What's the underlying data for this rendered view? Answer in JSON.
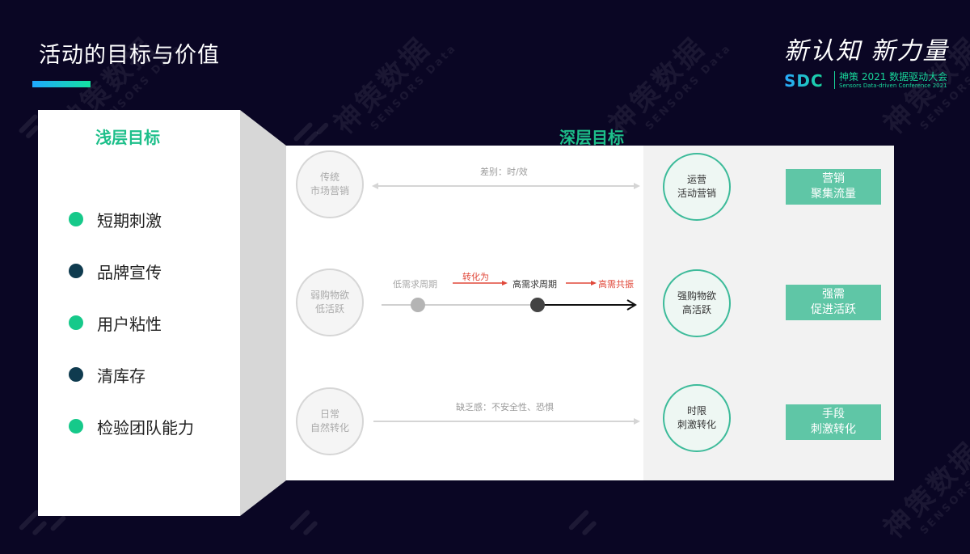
{
  "slide": {
    "title": "活动的目标与价值",
    "title_bar_gradient": [
      "#1fa8ff",
      "#14e3a0"
    ],
    "background": "#0a0624"
  },
  "logo": {
    "slogan": "新认知 新力量",
    "mark": "SDC",
    "name_cn": "神策 2021 数据驱动大会",
    "name_en": "Sensors Data-driven Conference 2021"
  },
  "watermark": {
    "cn": "神策数据",
    "en": "SENSORS Data"
  },
  "shallow": {
    "heading": "浅层目标",
    "items": [
      {
        "label": "短期刺激",
        "dot_color": "#16c98a"
      },
      {
        "label": "品牌宣传",
        "dot_color": "#0f3b4f"
      },
      {
        "label": "用户粘性",
        "dot_color": "#16c98a"
      },
      {
        "label": "清库存",
        "dot_color": "#0f3b4f"
      },
      {
        "label": "检验团队能力",
        "dot_color": "#16c98a"
      }
    ]
  },
  "deep": {
    "heading": "深层目标",
    "rows": [
      {
        "from": "传统\n市场营销",
        "arrow_label": "差别：时/效",
        "to": "运营\n活动营销",
        "result": "营销\n聚集流量"
      },
      {
        "from": "弱购物欲\n低活跃",
        "timeline": {
          "low_period": "低需求周期",
          "convert": "转化为",
          "high_period": "高需求周期",
          "resonance": "高需共振"
        },
        "to": "强购物欲\n高活跃",
        "result": "强需\n促进活跃"
      },
      {
        "from": "日常\n自然转化",
        "arrow_label": "缺乏感：不安全性、恐惧",
        "to": "时限\n刺激转化",
        "result": "手段\n刺激转化"
      }
    ]
  },
  "colors": {
    "accent_green": "#1dbf8a",
    "box_green": "#5fc6a6",
    "circle_border_green": "#3dbb9a",
    "highlight_red": "#e0483a"
  }
}
